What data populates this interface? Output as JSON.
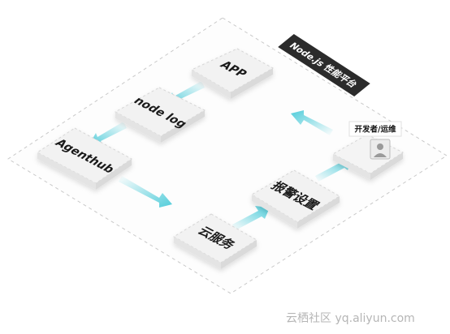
{
  "nodes": {
    "app": "APP",
    "node_log": "node log",
    "agenthub": "Agenthub",
    "cloud_service": "云服务",
    "alert_settings": "报警设置"
  },
  "platform_badge": "Node.js 性能平台",
  "user_role": "开发者/运维",
  "watermark": "云栖社区 yq.aliyun.com",
  "colors": {
    "arrow": "#3ec7d6",
    "badge_bg": "#2b2b2b",
    "node_fill": "#f2f2f2"
  },
  "icons": [
    "user-icon"
  ]
}
